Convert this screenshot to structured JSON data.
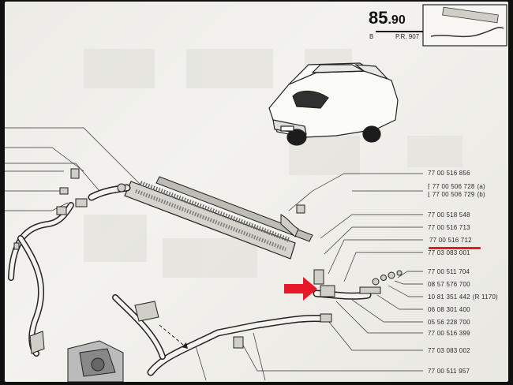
{
  "header": {
    "page_number_main": "85",
    "page_number_sub": ".90",
    "page_letter": "B",
    "page_ref": "P.R. 907"
  },
  "part_numbers": [
    {
      "id": "p1",
      "text": "77 00 516 856"
    },
    {
      "id": "p2",
      "text": "77 00 506 728",
      "suffix": "(a)"
    },
    {
      "id": "p3",
      "text": "77 00 506 729",
      "suffix": "(b)"
    },
    {
      "id": "p4",
      "text": "77 00 518 548"
    },
    {
      "id": "p5",
      "text": "77 00 516 713"
    },
    {
      "id": "p6",
      "text": "77 00 516 712"
    },
    {
      "id": "p7",
      "text": "77 03 083 001"
    },
    {
      "id": "p8",
      "text": "77 00 511 704"
    },
    {
      "id": "p9",
      "text": "08 57 576 700"
    },
    {
      "id": "p10",
      "text": "10 81 351 442",
      "suffix": "(R 1170)"
    },
    {
      "id": "p11",
      "text": "06 08 301 400"
    },
    {
      "id": "p12",
      "text": "05 56 228 700"
    },
    {
      "id": "p13",
      "text": "77 00 516 399"
    },
    {
      "id": "p14",
      "text": "77 03 083 002"
    },
    {
      "id": "p15",
      "text": "77 00 511 957"
    }
  ],
  "highlight": {
    "color": "#e5192a",
    "target_part": "77 00 516 712"
  }
}
